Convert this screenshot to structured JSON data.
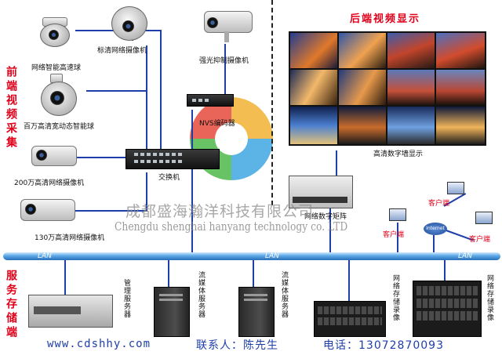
{
  "sections": {
    "front_end": "前端视频采集",
    "display": "后端视频显示",
    "storage": "服务存储端"
  },
  "devices": {
    "speed_dome": "网络智能高速球",
    "std_camera": "标清网络摄像机",
    "strong_light_camera": "强光抑制摄像机",
    "megapixel_dome": "百万高清宽动态智能球",
    "nvs": "NVS编码器",
    "switch": "交换机",
    "cam_200w": "200万高清网络摄像机",
    "cam_130w": "130万高清网络摄像机",
    "video_wall": "高清数字墙显示",
    "matrix": "网络数字矩阵",
    "mgmt_server": "管理服务器",
    "stream_server_1": "流媒体服务器",
    "stream_server_2": "流媒体服务器",
    "storage_1": "网络存储录像",
    "storage_2": "网络存储录像"
  },
  "clients": {
    "client_1": "客户端",
    "client_2": "客户端",
    "client_3": "客户端",
    "internet": "Internet"
  },
  "lan": {
    "label_1": "LAN",
    "label_2": "LAN",
    "label_3": "LAN"
  },
  "watermark": {
    "cn": "成都盛海瀚洋科技有限公司",
    "en": "Chengdu shenghai hanyang technology co. LTD"
  },
  "footer": {
    "website": "www.cdshhy.com",
    "contact_label": "联系人：陈先生",
    "phone_label": "电话：13072870093"
  },
  "colors": {
    "accent_red": "#e0001a",
    "link_blue": "#1f3fa8",
    "lan_blue": "#2a6fb8"
  }
}
